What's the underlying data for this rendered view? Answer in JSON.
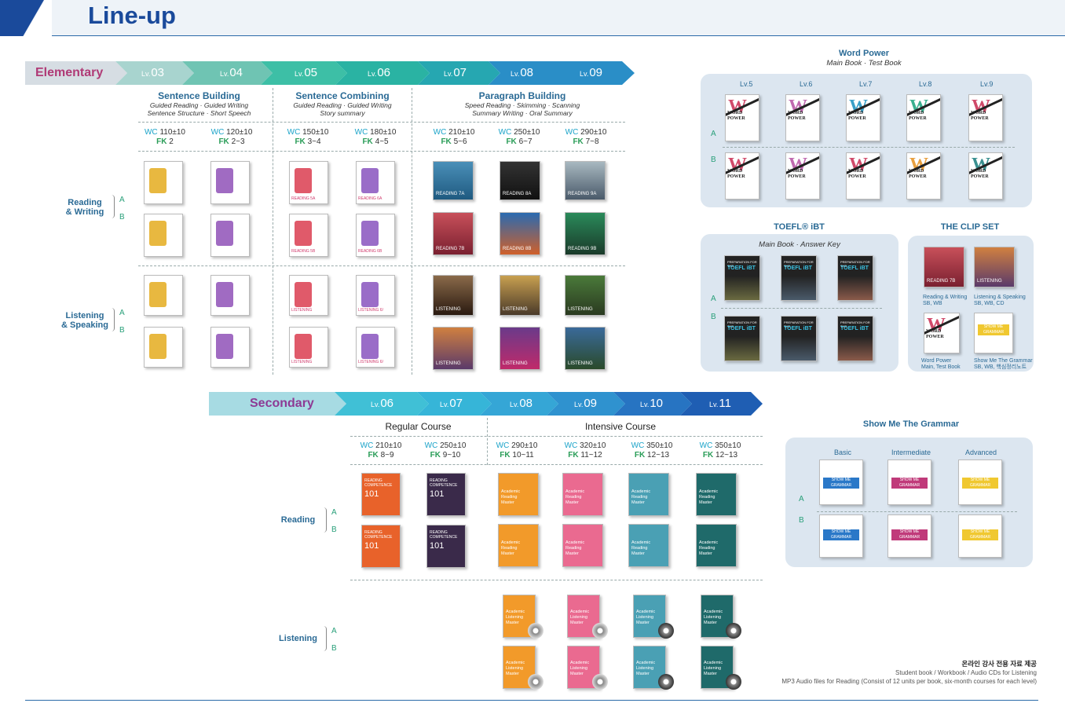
{
  "page": {
    "title": "Line-up"
  },
  "elementary": {
    "label": "Elementary",
    "levels": [
      "03",
      "04",
      "05",
      "06",
      "07",
      "08",
      "09"
    ],
    "lv_prefix": "Lv.",
    "courses": [
      {
        "name": "Sentence Building",
        "sub1": "Guided Reading · Guided Writing",
        "sub2": "Sentence Structure · Short Speech"
      },
      {
        "name": "Sentence Combining",
        "sub1": "Guided Reading · Guided Writing",
        "sub2": "Story summary"
      },
      {
        "name": "Paragraph Building",
        "sub1": "Speed Reading · Skimming · Scanning",
        "sub2": "Summary Writing · Oral Summary"
      }
    ],
    "wc": [
      "110±10",
      "120±10",
      "150±10",
      "180±10",
      "210±10",
      "250±10",
      "290±10"
    ],
    "fk": [
      "2",
      "2~3",
      "3~4",
      "4~5",
      "5~6",
      "6~7",
      "7~8"
    ],
    "rows": [
      {
        "label1": "Reading",
        "label2": "& Writing"
      },
      {
        "label1": "Listening",
        "label2": "& Speaking"
      }
    ],
    "covers_rw_a": [
      "",
      "",
      "READING 5A",
      "READING 6A",
      "READING 7A",
      "READING 8A",
      "READING 9A"
    ],
    "covers_rw_b": [
      "",
      "",
      "READING 5B",
      "READING 6B",
      "READING 7B",
      "READING 8B",
      "READING 9B"
    ],
    "covers_ls": [
      "",
      "",
      "LISTENING",
      "LISTENING 6/",
      "LISTENING",
      "LISTENING",
      "LISTENING"
    ]
  },
  "labels": {
    "wc": "WC",
    "fk": "FK",
    "a": "A",
    "b": "B"
  },
  "secondary": {
    "label": "Secondary",
    "levels": [
      "06",
      "07",
      "08",
      "09",
      "10",
      "11"
    ],
    "courses": [
      {
        "name": "Regular Course"
      },
      {
        "name": "Intensive Course"
      }
    ],
    "wc": [
      "210±10",
      "250±10",
      "290±10",
      "320±10",
      "350±10",
      "350±10"
    ],
    "fk": [
      "8~9",
      "9~10",
      "10~11",
      "11~12",
      "12~13",
      "12~13"
    ],
    "rows": [
      {
        "label": "Reading"
      },
      {
        "label": "Listening"
      }
    ],
    "rc_title": "READING COMPETENCE",
    "rc_num": "101",
    "arm": "Academic Reading Master",
    "alm": "Academic Listening Master"
  },
  "word_power": {
    "title": "Word Power",
    "subtitle": "Main Book · Test Book",
    "levels": [
      "Lv.5",
      "Lv.6",
      "Lv.7",
      "Lv.8",
      "Lv.9"
    ],
    "cover_text": "WORD POWER"
  },
  "toefl": {
    "title": "TOEFL® iBT",
    "subtitle": "Main Book · Answer Key",
    "cover_top": "PREPARATION FOR THE",
    "cover_main": "TOEFL iBT"
  },
  "clip_set": {
    "title": "THE CLIP SET",
    "items": [
      {
        "cap1": "Reading & Writing",
        "cap2": "SB, WB",
        "cover": "READING 7B"
      },
      {
        "cap1": "Listening & Speaking",
        "cap2": "SB, WB, CD",
        "cover": "LISTENING"
      },
      {
        "cap1": "Word Power",
        "cap2": "Main, Test Book",
        "cover": ""
      },
      {
        "cap1": "Show Me The Grammar",
        "cap2": "SB, WB, 핵심정리노트",
        "cover": ""
      }
    ]
  },
  "grammar": {
    "title": "Show Me The Grammar",
    "levels": [
      "Basic",
      "Intermediate",
      "Advanced"
    ],
    "cover": "SHOW ME GRAMMAR"
  },
  "note": {
    "line1": "온라인 강사 전용 자료 제공",
    "line2": "Student book / Workbook / Audio CDs for Listening",
    "line3": "MP3 Audio files for Reading (Consist of 12 units per book, six-month courses for each level)"
  },
  "colors": {
    "elem_arrow": [
      "#d6dde3",
      "#a8d4cf",
      "#6fc4b3",
      "#3dbfa6",
      "#2ab3a3",
      "#26a7b1",
      "#2a8ec7"
    ],
    "sec_arrow": [
      "#a7dbe3",
      "#40c0d6",
      "#36b5d8",
      "#35a6d6",
      "#2f92cf",
      "#2774c2",
      "#1f5eb3"
    ],
    "title": "#1a4a9b",
    "elementary_text": "#b03a76",
    "secondary_text": "#8d3a94"
  }
}
